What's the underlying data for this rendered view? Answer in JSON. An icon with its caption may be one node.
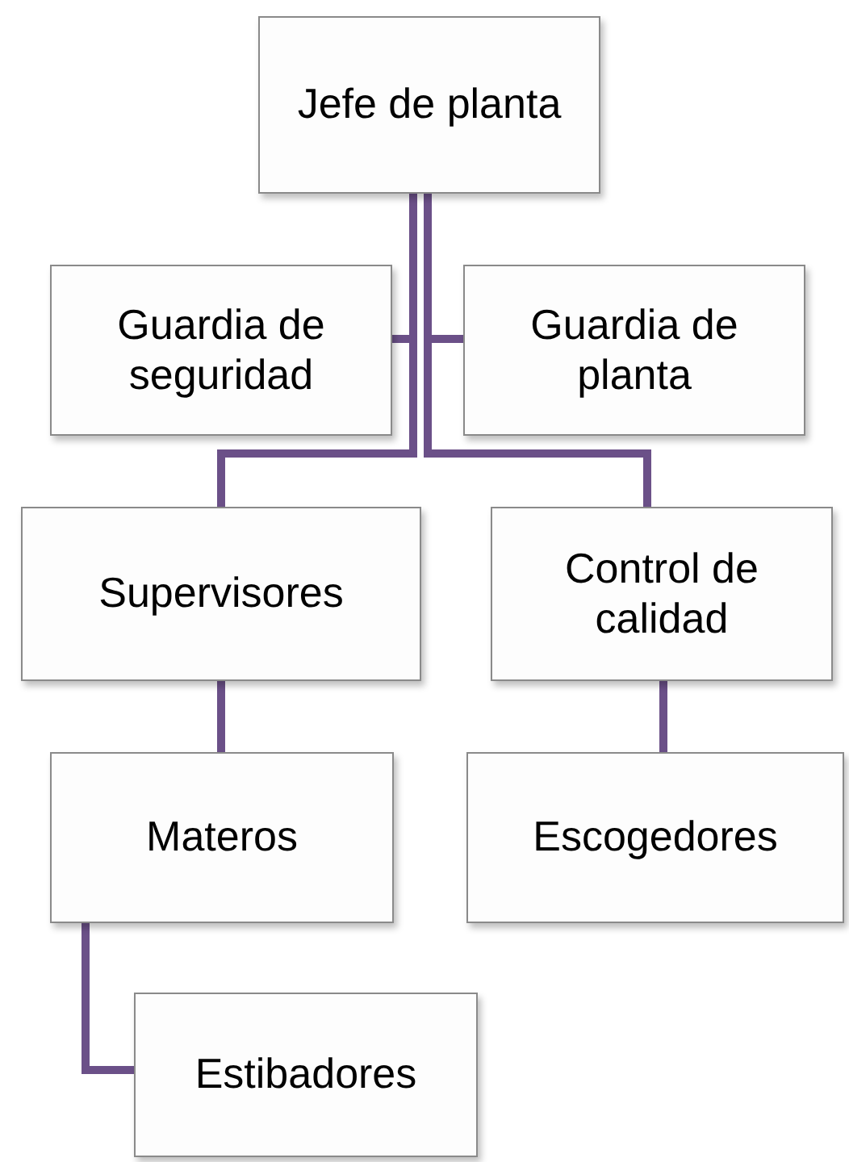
{
  "diagram": {
    "nodes": [
      {
        "text": [
          "Jefe de planta"
        ]
      },
      {
        "text": [
          "Guardia de seguridad"
        ]
      },
      {
        "text": [
          "Guardia de planta"
        ]
      },
      {
        "text": [
          "Supervisores"
        ]
      },
      {
        "text": [
          "Control de calidad"
        ]
      },
      {
        "text": [
          "Materos"
        ]
      },
      {
        "text": [
          "Escogedores"
        ]
      },
      {
        "text": [
          "Estibadores"
        ]
      }
    ],
    "edges": [
      {
        "from": 0,
        "to": 1,
        "arrow": "none"
      },
      {
        "from": 0,
        "to": 2,
        "arrow": "none"
      },
      {
        "from": 0,
        "to": 3,
        "arrow": "none"
      },
      {
        "from": 0,
        "to": 4,
        "arrow": "none"
      },
      {
        "from": 3,
        "to": 5,
        "arrow": "none"
      },
      {
        "from": 4,
        "to": 6,
        "arrow": "none"
      },
      {
        "from": 5,
        "to": 7,
        "arrow": "none"
      }
    ]
  }
}
